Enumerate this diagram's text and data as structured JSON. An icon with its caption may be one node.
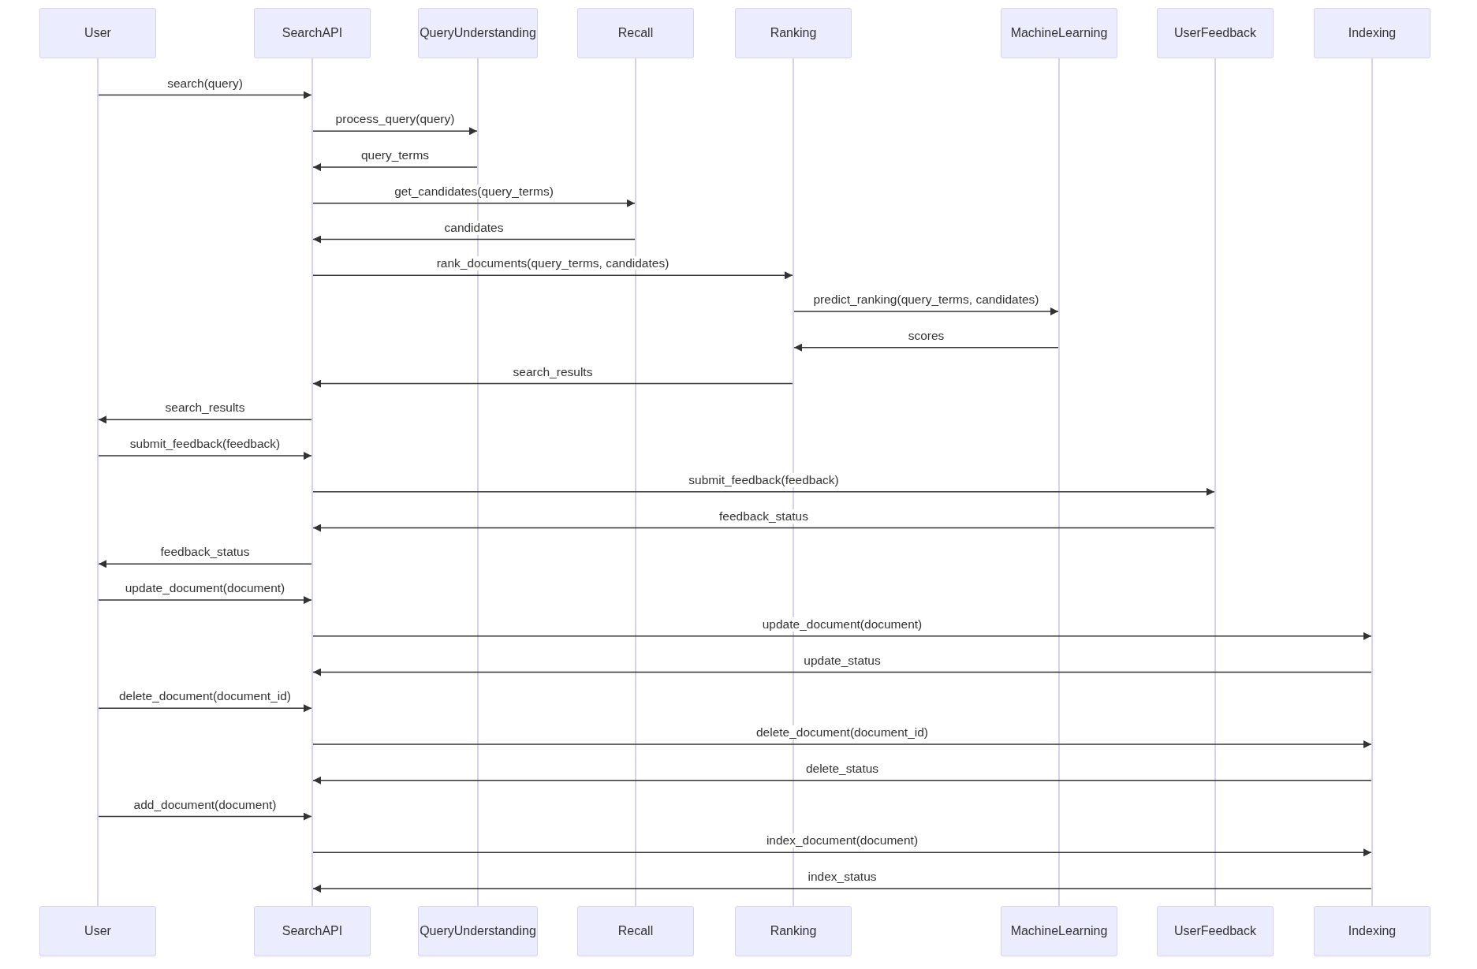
{
  "diagram": {
    "nodes": [
      {
        "text": [
          "User"
        ]
      },
      {
        "text": [
          "SearchAPI"
        ]
      },
      {
        "text": [
          "QueryUnderstanding"
        ]
      },
      {
        "text": [
          "Recall"
        ]
      },
      {
        "text": [
          "Ranking"
        ]
      },
      {
        "text": [
          "MachineLearning"
        ]
      },
      {
        "text": [
          "UserFeedback"
        ]
      },
      {
        "text": [
          "Indexing"
        ]
      },
      {
        "text": [],
        "shape": "bar"
      },
      {
        "text": [],
        "shape": "bar"
      },
      {
        "text": [],
        "shape": "bar"
      },
      {
        "text": [],
        "shape": "bar"
      },
      {
        "text": [],
        "shape": "bar"
      },
      {
        "text": [],
        "shape": "bar"
      },
      {
        "text": [],
        "shape": "bar"
      },
      {
        "text": [],
        "shape": "bar"
      },
      {
        "text": [
          "User"
        ]
      },
      {
        "text": [
          "SearchAPI"
        ]
      },
      {
        "text": [
          "QueryUnderstanding"
        ]
      },
      {
        "text": [
          "Recall"
        ]
      },
      {
        "text": [
          "Ranking"
        ]
      },
      {
        "text": [
          "MachineLearning"
        ]
      },
      {
        "text": [
          "UserFeedback"
        ]
      },
      {
        "text": [
          "Indexing"
        ]
      }
    ],
    "edges": [
      {
        "from": 8,
        "to": 9,
        "arrow": "to",
        "label": "search(query)"
      },
      {
        "from": 9,
        "to": 10,
        "arrow": "to",
        "label": "process_query(query)"
      },
      {
        "from": 10,
        "to": 9,
        "arrow": "to",
        "label": "query_terms"
      },
      {
        "from": 9,
        "to": 11,
        "arrow": "to",
        "label": "get_candidates(query_terms)"
      },
      {
        "from": 11,
        "to": 9,
        "arrow": "to",
        "label": "candidates"
      },
      {
        "from": 9,
        "to": 12,
        "arrow": "to",
        "label": "rank_documents(query_terms, candidates)"
      },
      {
        "from": 12,
        "to": 13,
        "arrow": "to",
        "label": "predict_ranking(query_terms, candidates)"
      },
      {
        "from": 13,
        "to": 12,
        "arrow": "to",
        "label": "scores"
      },
      {
        "from": 12,
        "to": 9,
        "arrow": "to",
        "label": "search_results"
      },
      {
        "from": 9,
        "to": 8,
        "arrow": "to",
        "label": "search_results"
      },
      {
        "from": 8,
        "to": 9,
        "arrow": "to",
        "label": "submit_feedback(feedback)"
      },
      {
        "from": 9,
        "to": 14,
        "arrow": "to",
        "label": "submit_feedback(feedback)"
      },
      {
        "from": 14,
        "to": 9,
        "arrow": "to",
        "label": "feedback_status"
      },
      {
        "from": 9,
        "to": 8,
        "arrow": "to",
        "label": "feedback_status"
      },
      {
        "from": 8,
        "to": 9,
        "arrow": "to",
        "label": "update_document(document)"
      },
      {
        "from": 9,
        "to": 15,
        "arrow": "to",
        "label": "update_document(document)"
      },
      {
        "from": 15,
        "to": 9,
        "arrow": "to",
        "label": "update_status"
      },
      {
        "from": 8,
        "to": 9,
        "arrow": "to",
        "label": "delete_document(document_id)"
      },
      {
        "from": 9,
        "to": 15,
        "arrow": "to",
        "label": "delete_document(document_id)"
      },
      {
        "from": 15,
        "to": 9,
        "arrow": "to",
        "label": "delete_status"
      },
      {
        "from": 8,
        "to": 9,
        "arrow": "to",
        "label": "add_document(document)"
      },
      {
        "from": 9,
        "to": 15,
        "arrow": "to",
        "label": "index_document(document)"
      },
      {
        "from": 15,
        "to": 9,
        "arrow": "to",
        "label": "index_status"
      }
    ]
  }
}
